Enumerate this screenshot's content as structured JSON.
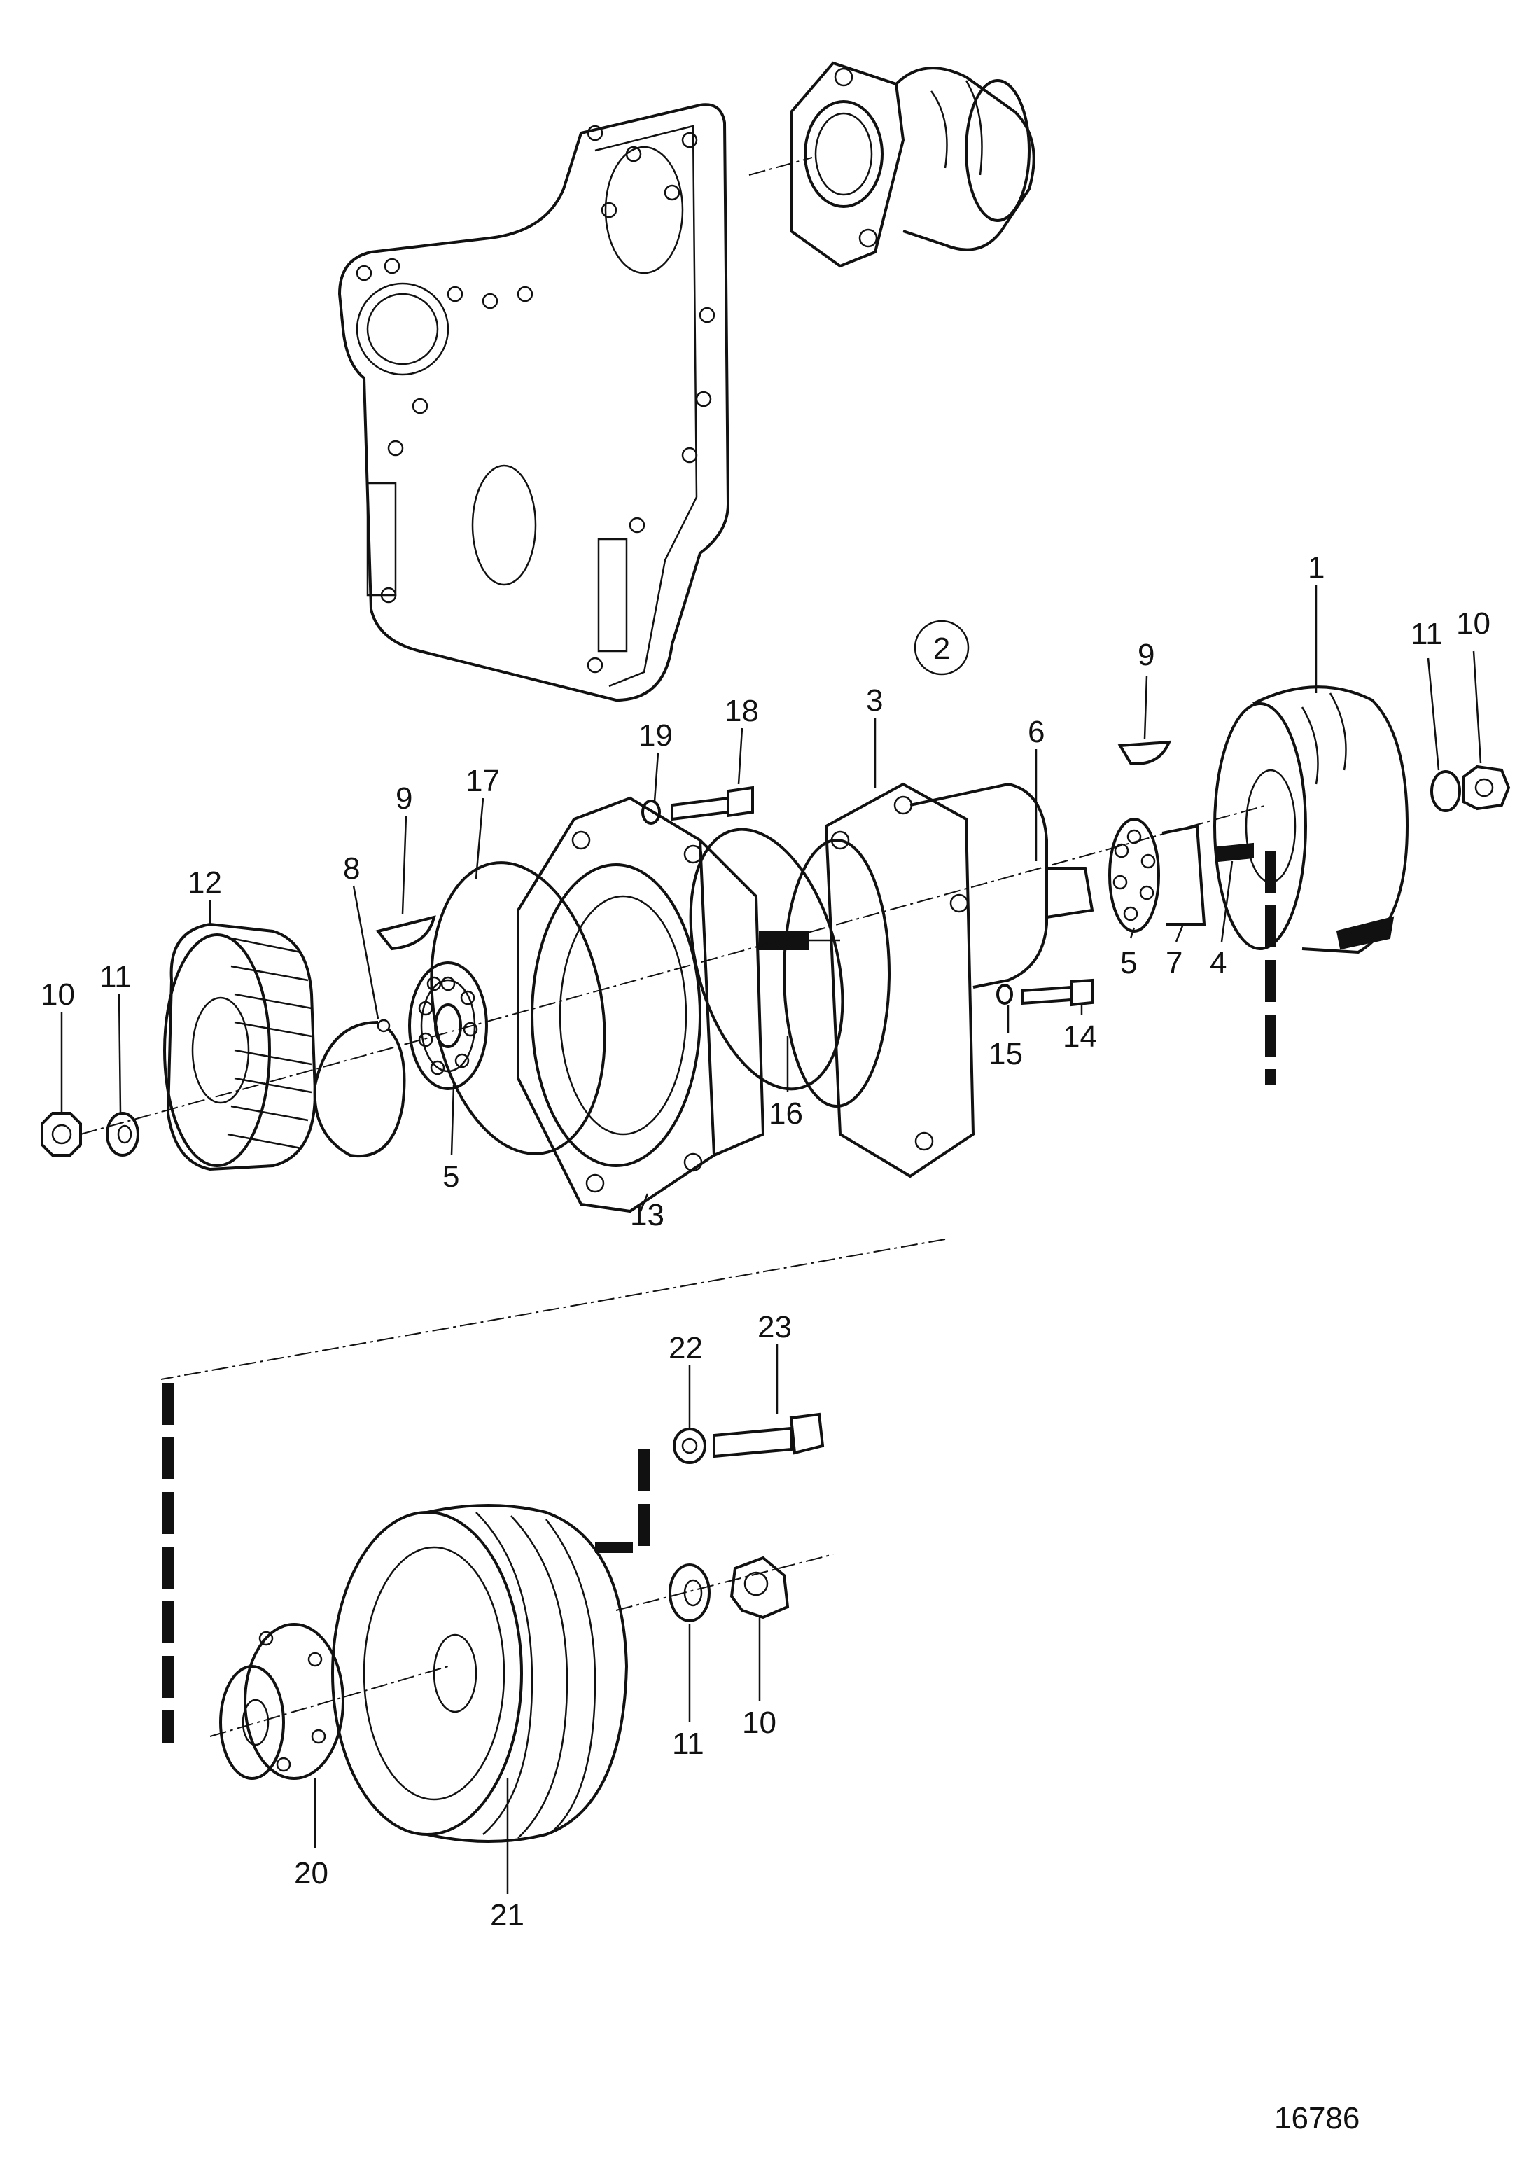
{
  "diagram": {
    "callout": "2",
    "drawing_number": "16786",
    "labels": [
      {
        "id": "p1",
        "text": "1"
      },
      {
        "id": "p11a",
        "text": "11"
      },
      {
        "id": "p10a",
        "text": "10"
      },
      {
        "id": "p9a",
        "text": "9"
      },
      {
        "id": "p6",
        "text": "6"
      },
      {
        "id": "p3",
        "text": "3"
      },
      {
        "id": "p18",
        "text": "18"
      },
      {
        "id": "p19",
        "text": "19"
      },
      {
        "id": "p17",
        "text": "17"
      },
      {
        "id": "p9b",
        "text": "9"
      },
      {
        "id": "p8",
        "text": "8"
      },
      {
        "id": "p12",
        "text": "12"
      },
      {
        "id": "p10b",
        "text": "10"
      },
      {
        "id": "p11b",
        "text": "11"
      },
      {
        "id": "p5a",
        "text": "5"
      },
      {
        "id": "p13",
        "text": "13"
      },
      {
        "id": "p16",
        "text": "16"
      },
      {
        "id": "p15",
        "text": "15"
      },
      {
        "id": "p14",
        "text": "14"
      },
      {
        "id": "p5b",
        "text": "5"
      },
      {
        "id": "p7",
        "text": "7"
      },
      {
        "id": "p4",
        "text": "4"
      },
      {
        "id": "p22",
        "text": "22"
      },
      {
        "id": "p23",
        "text": "23"
      },
      {
        "id": "p11c",
        "text": "11"
      },
      {
        "id": "p10c",
        "text": "10"
      },
      {
        "id": "p20",
        "text": "20"
      },
      {
        "id": "p21",
        "text": "21"
      }
    ]
  }
}
